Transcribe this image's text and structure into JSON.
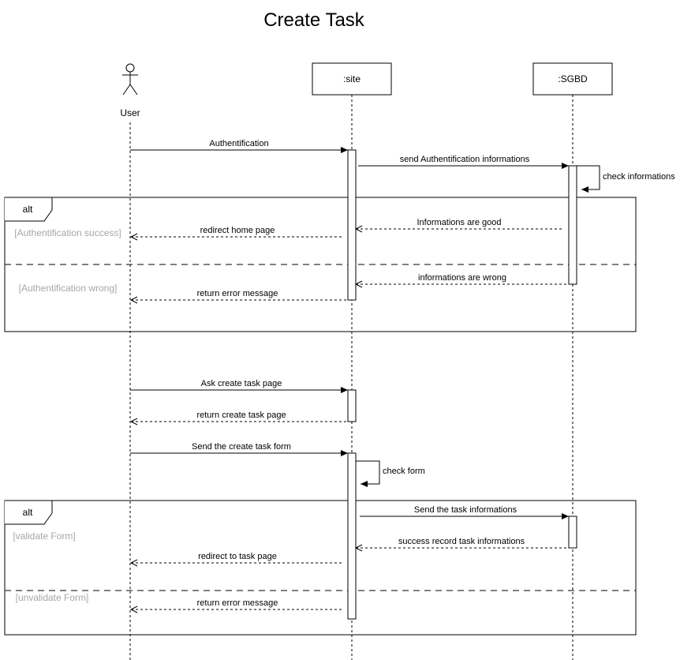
{
  "title": "Create Task",
  "participants": {
    "user": "User",
    "site": ":site",
    "sgbd": ":SGBD"
  },
  "messages": {
    "m1": "Authentification",
    "m2": "send Authentification informations",
    "m3": "check informations",
    "m4": "Informations are good",
    "m5": "redirect home page",
    "m6": "informations are wrong",
    "m7": "return error message",
    "m8": "Ask create task page",
    "m9": "return create task page",
    "m10": "Send the create task form",
    "m11": "check form",
    "m12": "Send the task informations",
    "m13": "success record task informations",
    "m14": "redirect to task page",
    "m15": "return error message"
  },
  "fragments": {
    "alt1": {
      "label": "alt",
      "guard1": "[Authentification success]",
      "guard2": "[Authentification wrong]"
    },
    "alt2": {
      "label": "alt",
      "guard1": "[validate Form]",
      "guard2": "[unvalidate Form]"
    }
  }
}
